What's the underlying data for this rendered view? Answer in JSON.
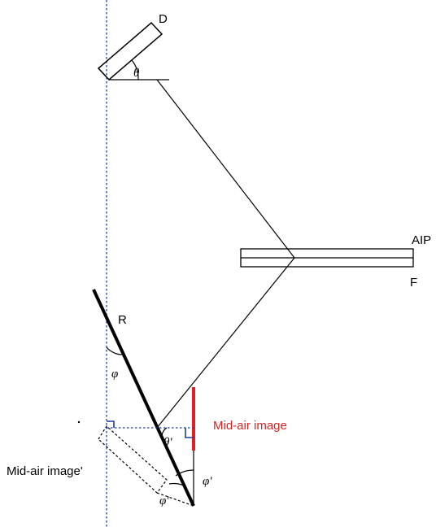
{
  "labels": {
    "display": "D",
    "aip": "AIP",
    "film": "F",
    "reflector": "R",
    "mid_air_image": "Mid-air image",
    "mid_air_image_virtual": "Mid-air image'"
  },
  "symbols": {
    "theta": "θ",
    "theta_prime": "θ'",
    "phi": "φ",
    "phi_prime_right": "φ'",
    "phi_prime_bottom": "φ'"
  },
  "colors": {
    "ink": "#000000",
    "axis": "#1a3ea8",
    "highlight": "#e02020"
  }
}
